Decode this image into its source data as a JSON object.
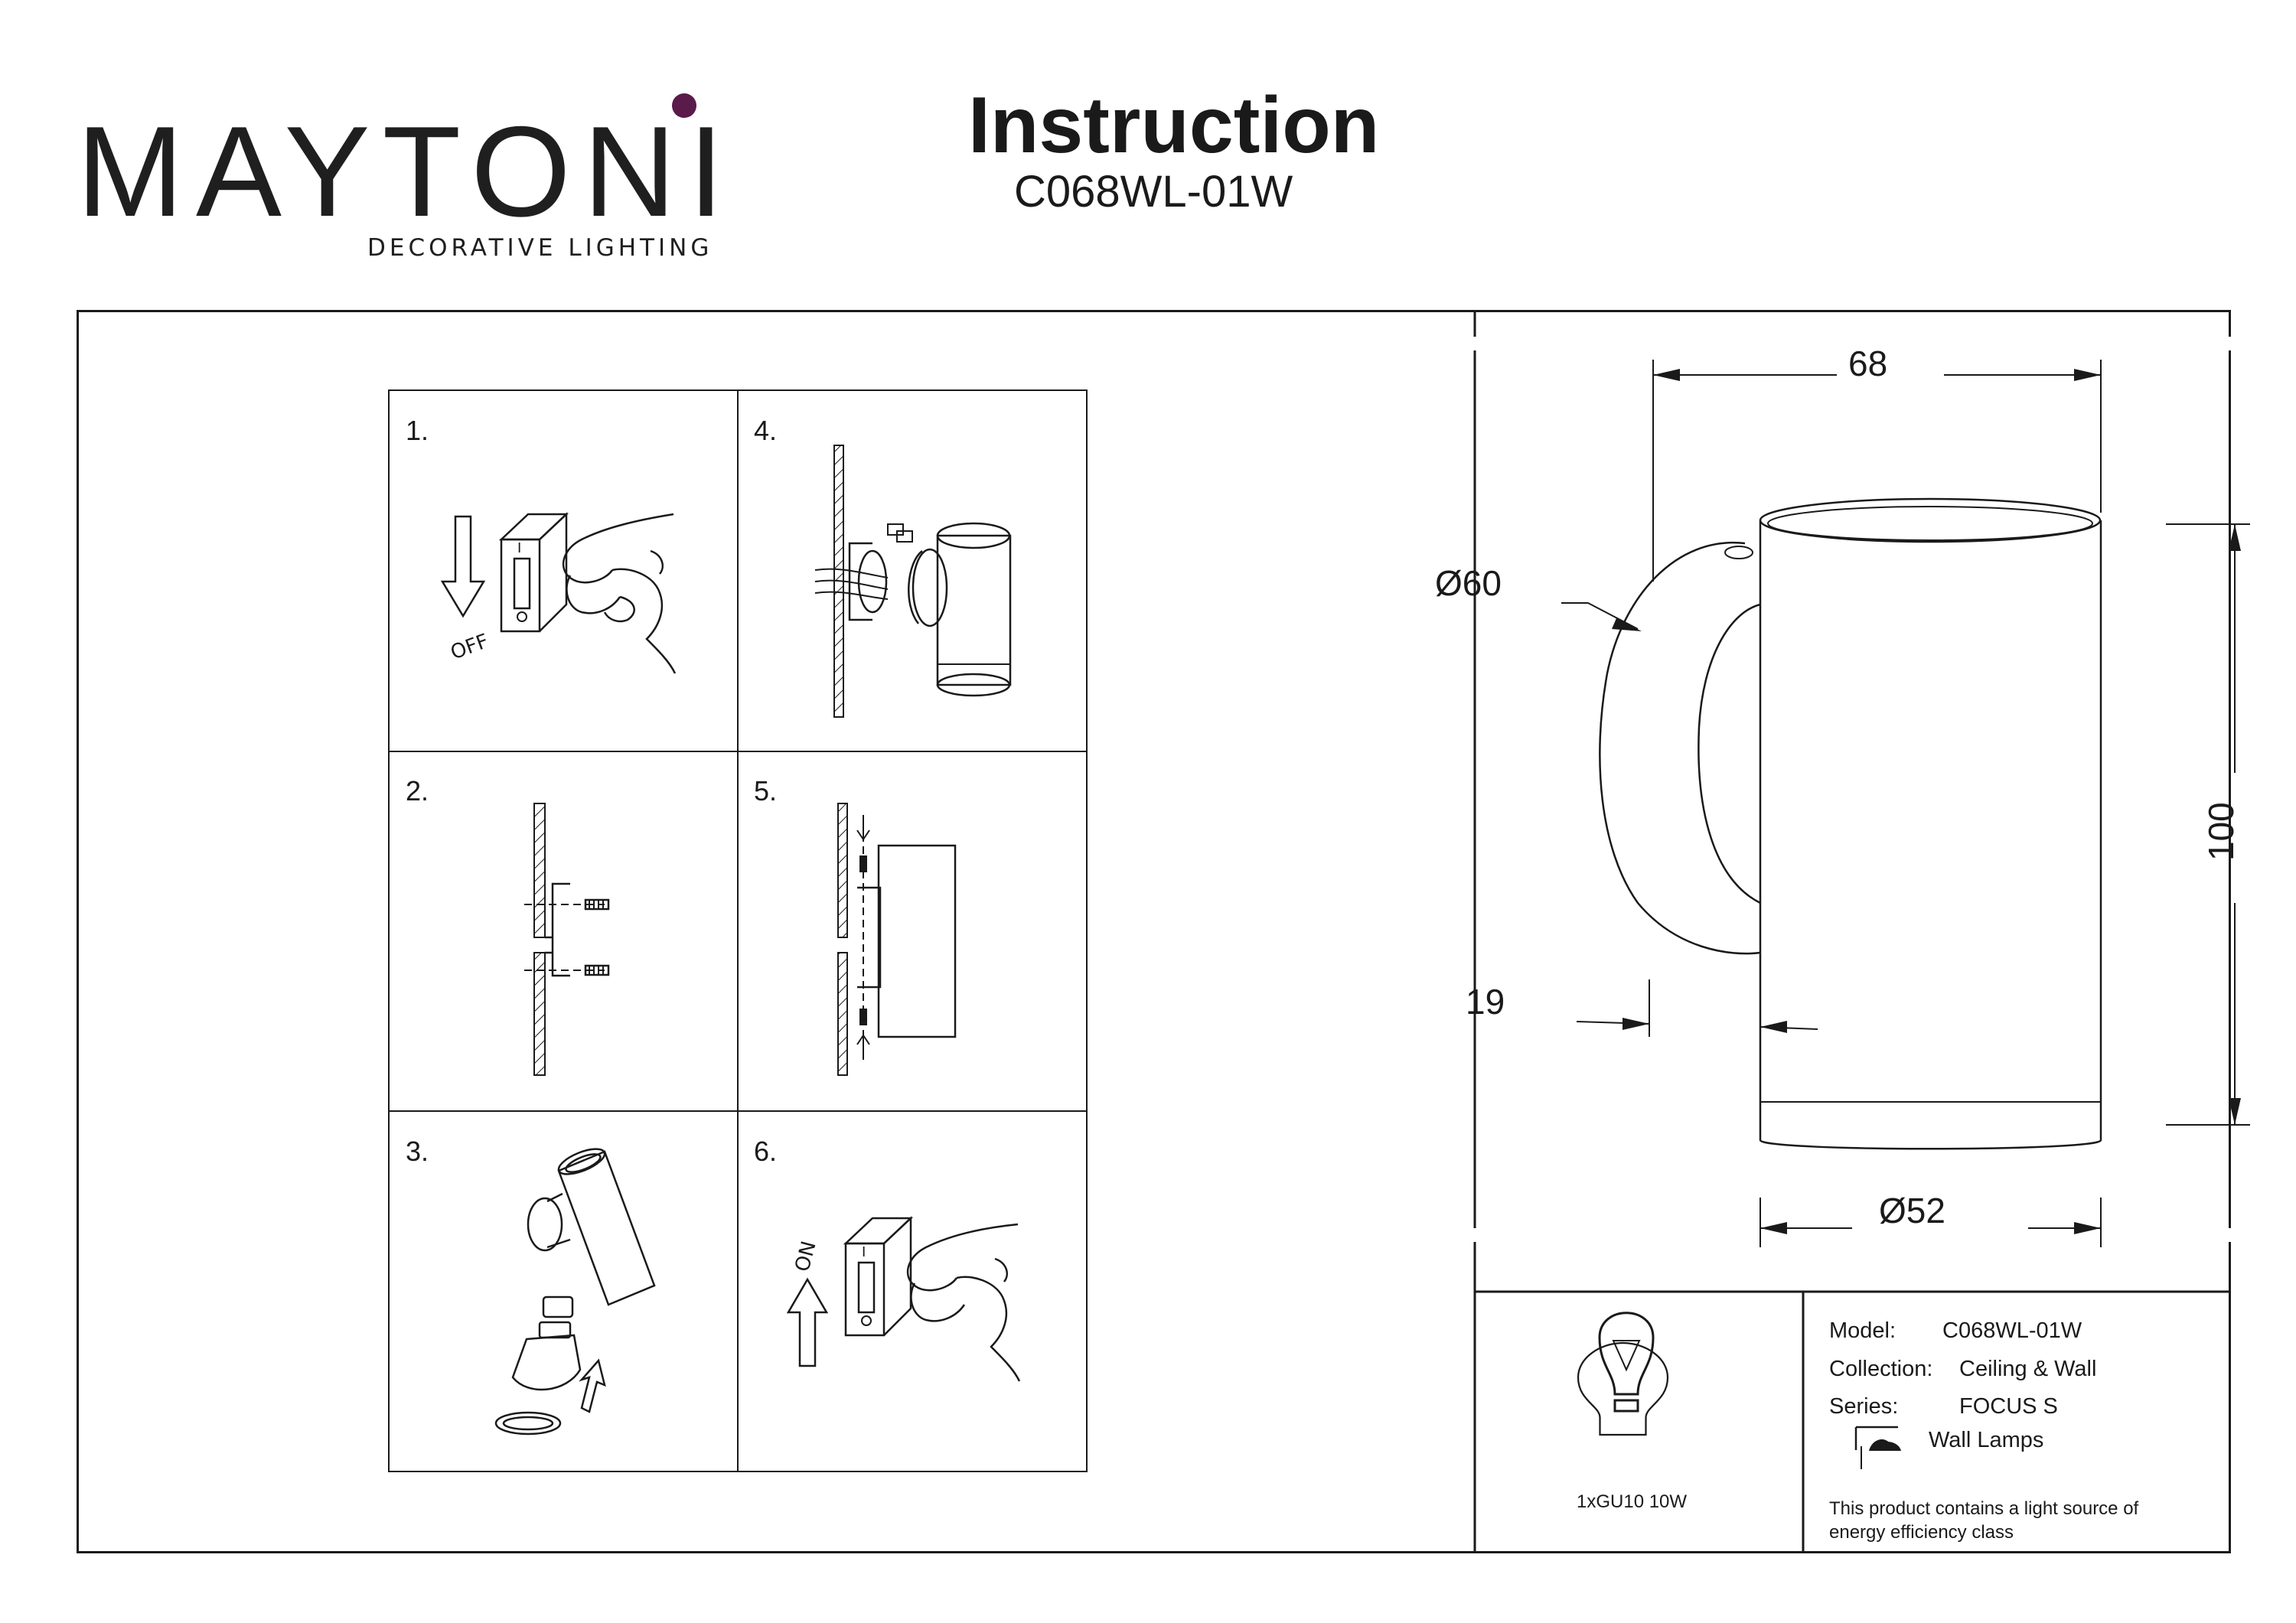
{
  "header": {
    "brand": "MAYTONI",
    "brand_tagline": "DECORATIVE LIGHTING",
    "title": "Instruction",
    "model": "C068WL-01W"
  },
  "steps": [
    {
      "number": "1.",
      "caption": "OFF"
    },
    {
      "number": "2."
    },
    {
      "number": "3."
    },
    {
      "number": "4."
    },
    {
      "number": "5."
    },
    {
      "number": "6.",
      "caption": "ON"
    }
  ],
  "dimensions": {
    "width": "68",
    "diameter_base": "Ø60",
    "height": "100",
    "depth": "19",
    "diameter_shade": "Ø52"
  },
  "specs": {
    "lamp": "1xGU10 10W",
    "model_label": "Model:",
    "model_value": "C068WL-01W",
    "collection_label": "Collection:",
    "collection_value": "Ceiling & Wall",
    "series_label": "Series:",
    "series_value": "FOCUS S",
    "type_value": "Wall Lamps",
    "energy_note_line1": "This product contains a light source of",
    "energy_note_line2": "energy efficiency class"
  },
  "icons": {
    "logo": "maytoni-logo",
    "bulb": "bulb-icon",
    "wall-lamp": "wall-lamp-icon"
  },
  "colors": {
    "brand_dot": "#5a1a4a",
    "ink": "#1a1a1a"
  }
}
